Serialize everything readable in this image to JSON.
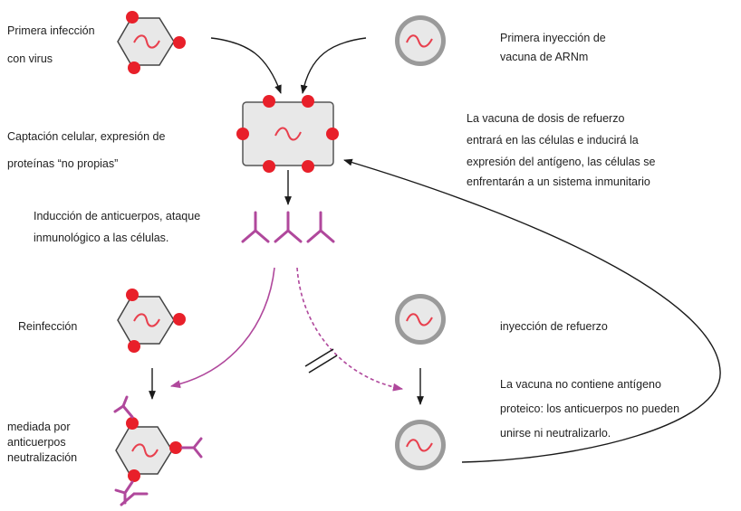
{
  "colors": {
    "red_dot": "#e8202a",
    "wave": "#e8404e",
    "antibody": "#b0489c",
    "cell_fill": "#e8e8e8",
    "outline": "#555555",
    "arrow": "#1a1a1a"
  },
  "labels": {
    "first_infection": [
      "Primera infección",
      "con virus"
    ],
    "first_injection": [
      "Primera inyección de",
      "vacuna de ARNm"
    ],
    "uptake": [
      "Captación celular, expresión de",
      "proteínas “no propias”"
    ],
    "booster_effect": [
      "La vacuna de dosis de refuerzo",
      "entrará en las células e inducirá la",
      "expresión  del antígeno, las células se",
      "enfrentarán a un sistema inmunitario"
    ],
    "antibody_induction": [
      "Inducción de anticuerpos, ataque",
      "inmunológico a las células."
    ],
    "reinfection": [
      "Reinfección"
    ],
    "booster_injection": [
      "inyección de refuerzo"
    ],
    "no_antigen": [
      "La vacuna no contiene antígeno",
      "proteico: los anticuerpos no pueden",
      "unirse ni neutralizarlo."
    ],
    "neutralization": [
      "mediada por",
      "anticuerpos",
      "neutralización"
    ]
  }
}
